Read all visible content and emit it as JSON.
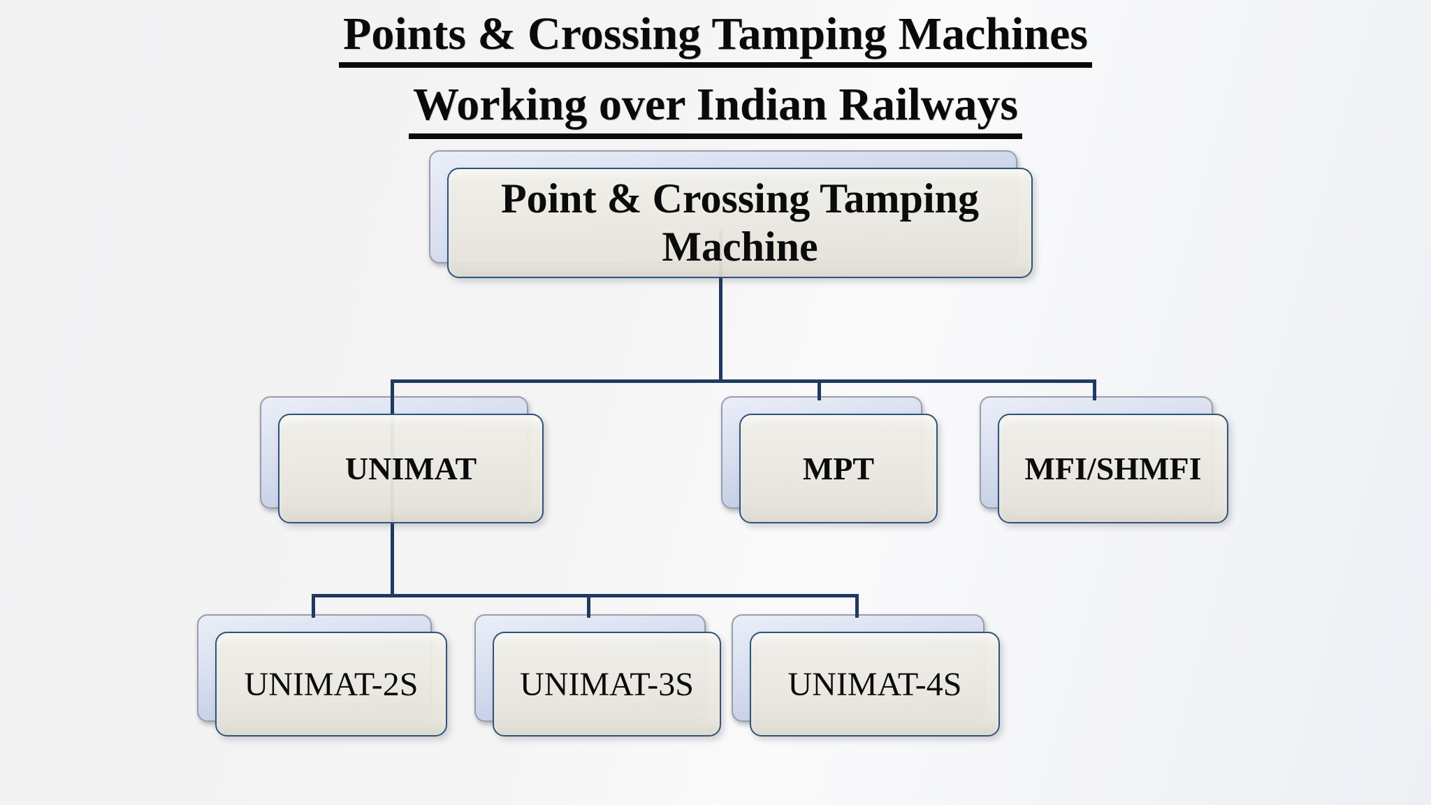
{
  "title": {
    "line1": "Points & Crossing Tamping Machines",
    "line2": "Working over Indian Railways"
  },
  "diagram": {
    "root": {
      "label": "Point & Crossing Tamping Machine"
    },
    "level2": [
      {
        "label": "UNIMAT"
      },
      {
        "label": "MPT"
      },
      {
        "label": "MFI/SHMFI"
      }
    ],
    "level3": [
      {
        "label": "UNIMAT-2S"
      },
      {
        "label": "UNIMAT-3S"
      },
      {
        "label": "UNIMAT-4S"
      }
    ]
  },
  "colors": {
    "connector": "#1f3a60",
    "node_border": "#2f5378",
    "node_fill": "#ece9e1",
    "shadow_fill_top": "#eaeef8",
    "shadow_fill_bottom": "#b7c2e0",
    "title_color": "#0a0a0a",
    "background": "#f2f2f3"
  }
}
